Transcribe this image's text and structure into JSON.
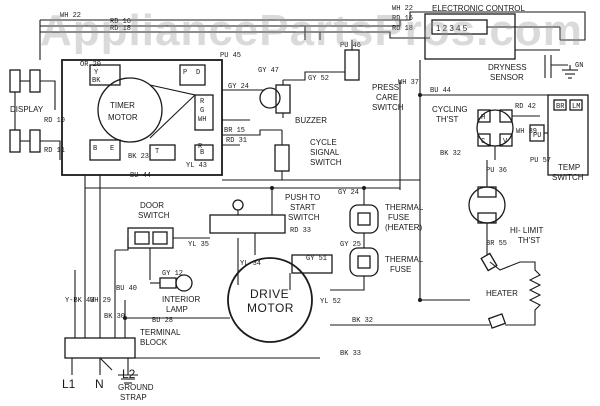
{
  "watermark": "AppliancePartsPros.com",
  "components": {
    "display": "DISPLAY",
    "timer_motor_1": "TIMER",
    "timer_motor_2": "MOTOR",
    "electronic_control": "ELECTRONIC CONTROL",
    "control_pins": "1 2 3 4 5",
    "dryness_sensor_1": "DRYNESS",
    "dryness_sensor_2": "SENSOR",
    "buzzer": "BUZZER",
    "press_care_1": "PRESS",
    "press_care_2": "CARE",
    "press_care_3": "SWITCH",
    "cycle_signal_1": "CYCLE",
    "cycle_signal_2": "SIGNAL",
    "cycle_signal_3": "SWITCH",
    "cycling_thst_1": "CYCLING",
    "cycling_thst_2": "TH'ST",
    "temp_switch_1": "TEMP",
    "temp_switch_2": "SWITCH",
    "door_switch_1": "DOOR",
    "door_switch_2": "SWITCH",
    "push_start_1": "PUSH TO",
    "push_start_2": "START",
    "push_start_3": "SWITCH",
    "thermal_fuse_heater_1": "THERMAL",
    "thermal_fuse_heater_2": "FUSE",
    "thermal_fuse_heater_3": "(HEATER)",
    "thermal_fuse_1": "THERMAL",
    "thermal_fuse_2": "FUSE",
    "hi_limit_1": "HI- LIMIT",
    "hi_limit_2": "TH'ST",
    "interior_lamp_1": "INTERIOR",
    "interior_lamp_2": "LAMP",
    "drive_motor_1": "DRIVE",
    "drive_motor_2": "MOTOR",
    "heater": "HEATER",
    "terminal_block_1": "TERMINAL",
    "terminal_block_2": "BLOCK",
    "ground_strap_1": "GROUND",
    "ground_strap_2": "STRAP",
    "l1": "L1",
    "n": "N",
    "l2": "L2",
    "gn": "GN"
  },
  "wires": {
    "wh22_top": "WH 22",
    "wh22_right": "WH 22",
    "rd16_top": "RD 16",
    "rd18_top": "RD 18",
    "rd16_right": "RD 16",
    "rd18_right": "RD 18",
    "or20": "OR 20",
    "pu45": "PU 45",
    "pu46": "PU 46",
    "gy47": "GY 47",
    "gy52": "GY 52",
    "gy24_timer": "GY 24",
    "rd10": "RD 10",
    "rd11": "RD 11",
    "bk23": "BK 23",
    "bu44_left": "BU 44",
    "yl43": "YL 43",
    "br15": "BR 15",
    "rd31": "RD 31",
    "bu44_right": "BU 44",
    "wh37": "WH 37",
    "rd42": "RD 42",
    "wh39": "WH 39",
    "pu57": "PU 57",
    "bk32_right": "BK 32",
    "pu36": "PU 36",
    "br55": "BR 55",
    "gy24_mid": "GY 24",
    "yl35": "YL 35",
    "rd33": "RD 33",
    "gy25": "GY 25",
    "gy51": "GY 51",
    "yl34": "YL 34",
    "gy12": "GY 12",
    "bu40": "BU 40",
    "bu28": "BU 28",
    "ybk43": "Y-BK 43",
    "wh29": "WH 29",
    "bk30": "BK 30",
    "bk32_bottom": "BK 32",
    "bk33": "BK 33",
    "yl52": "YL 52"
  },
  "terminals": {
    "y": "Y",
    "bk": "BK",
    "p": "P",
    "d": "D",
    "r": "R",
    "g": "G",
    "wh": "WH",
    "e": "E",
    "b": "B",
    "r2": "R",
    "t": "T",
    "b2": "B",
    "br": "BR",
    "lm": "LM",
    "pu": "PU",
    "h": "H",
    "v": "V",
    "c": "C"
  },
  "colors": {
    "ink": "#1a1a1a",
    "background": "#ffffff",
    "watermark": "#969696"
  }
}
